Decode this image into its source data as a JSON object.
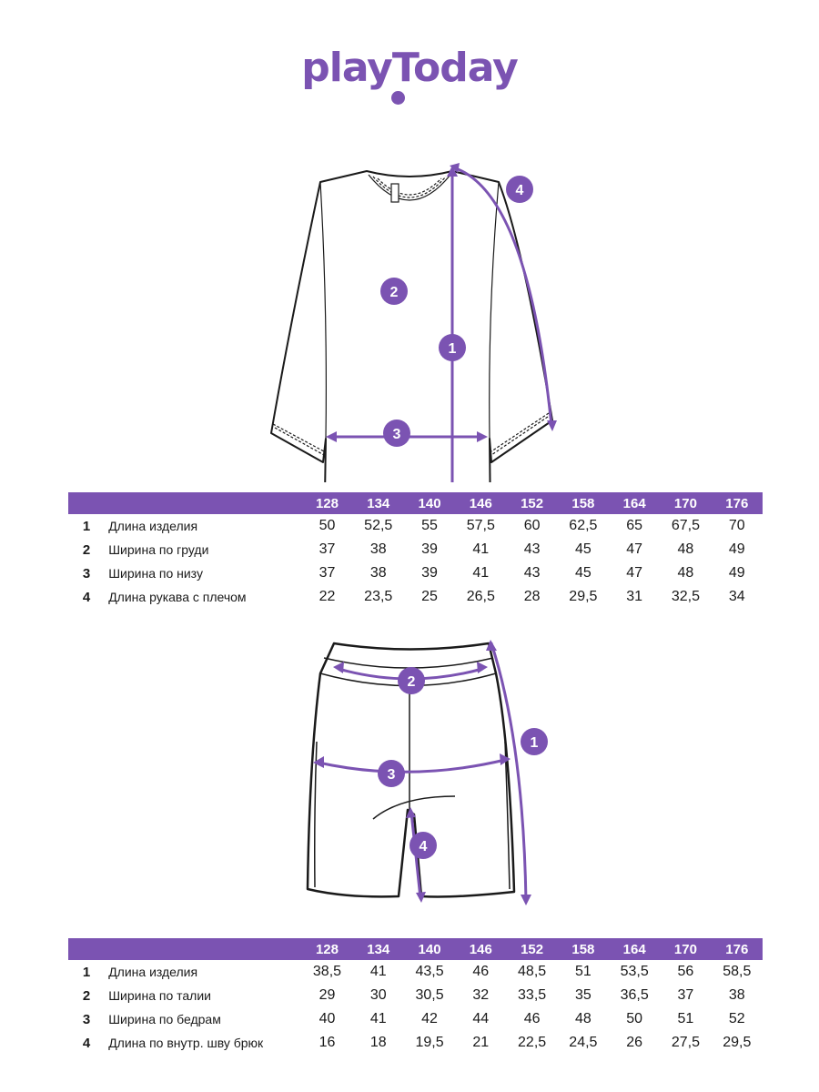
{
  "brand": {
    "logo_text": "playToday",
    "accent_color": "#7b53b2"
  },
  "tshirt": {
    "markers": [
      "1",
      "2",
      "3",
      "4"
    ],
    "table": {
      "sizes": [
        "128",
        "134",
        "140",
        "146",
        "152",
        "158",
        "164",
        "170",
        "176"
      ],
      "rows": [
        {
          "num": "1",
          "label": "Длина изделия",
          "values": [
            "50",
            "52,5",
            "55",
            "57,5",
            "60",
            "62,5",
            "65",
            "67,5",
            "70"
          ]
        },
        {
          "num": "2",
          "label": "Ширина по груди",
          "values": [
            "37",
            "38",
            "39",
            "41",
            "43",
            "45",
            "47",
            "48",
            "49"
          ]
        },
        {
          "num": "3",
          "label": "Ширина по низу",
          "values": [
            "37",
            "38",
            "39",
            "41",
            "43",
            "45",
            "47",
            "48",
            "49"
          ]
        },
        {
          "num": "4",
          "label": "Длина рукава с плечом",
          "values": [
            "22",
            "23,5",
            "25",
            "26,5",
            "28",
            "29,5",
            "31",
            "32,5",
            "34"
          ]
        }
      ]
    }
  },
  "shorts": {
    "markers": [
      "1",
      "2",
      "3",
      "4"
    ],
    "table": {
      "sizes": [
        "128",
        "134",
        "140",
        "146",
        "152",
        "158",
        "164",
        "170",
        "176"
      ],
      "rows": [
        {
          "num": "1",
          "label": "Длина изделия",
          "values": [
            "38,5",
            "41",
            "43,5",
            "46",
            "48,5",
            "51",
            "53,5",
            "56",
            "58,5"
          ]
        },
        {
          "num": "2",
          "label": "Ширина по талии",
          "values": [
            "29",
            "30",
            "30,5",
            "32",
            "33,5",
            "35",
            "36,5",
            "37",
            "38"
          ]
        },
        {
          "num": "3",
          "label": "Ширина по бедрам",
          "values": [
            "40",
            "41",
            "42",
            "44",
            "46",
            "48",
            "50",
            "51",
            "52"
          ]
        },
        {
          "num": "4",
          "label": "Длина по внутр. шву брюк",
          "values": [
            "16",
            "18",
            "19,5",
            "21",
            "22,5",
            "24,5",
            "26",
            "27,5",
            "29,5"
          ]
        }
      ]
    }
  }
}
